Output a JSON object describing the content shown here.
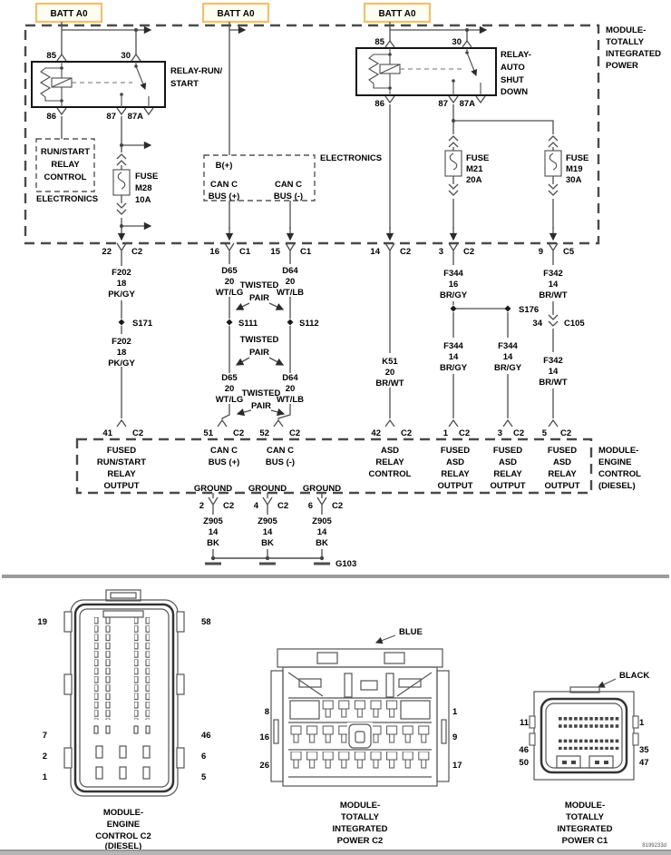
{
  "diagram_id": "8199233d",
  "batt_label": "BATT A0",
  "tipm_module": [
    "MODULE-",
    "TOTALLY",
    "INTEGRATED",
    "POWER"
  ],
  "ecm_module": [
    "MODULE-",
    "ENGINE",
    "CONTROL",
    "(DIESEL)"
  ],
  "relay_run_start": [
    "RELAY-RUN/",
    "START"
  ],
  "relay_asd": [
    "RELAY-",
    "AUTO",
    "SHUT",
    "DOWN"
  ],
  "relay_pins": {
    "p85": "85",
    "p30": "30",
    "p86": "86",
    "p87": "87",
    "p87a": "87A"
  },
  "run_start_control": [
    "RUN/START",
    "RELAY",
    "CONTROL"
  ],
  "electronics_caption": "ELECTRONICS",
  "b_plus": "B(+)",
  "can_c_plus": [
    "CAN C",
    "BUS (+)"
  ],
  "can_c_minus": [
    "CAN C",
    "BUS (-)"
  ],
  "fuse_m28": [
    "FUSE",
    "M28",
    "10A"
  ],
  "fuse_m21": [
    "FUSE",
    "M21",
    "20A"
  ],
  "fuse_m19": [
    "FUSE",
    "M19",
    "30A"
  ],
  "tipm_pins": [
    {
      "num": "22",
      "conn": "C2"
    },
    {
      "num": "16",
      "conn": "C1"
    },
    {
      "num": "15",
      "conn": "C1"
    },
    {
      "num": "14",
      "conn": "C2"
    },
    {
      "num": "3",
      "conn": "C2"
    },
    {
      "num": "9",
      "conn": "C5"
    }
  ],
  "wire_f202": [
    "F202",
    "18",
    "PK/GY"
  ],
  "wire_d65": [
    "D65",
    "20",
    "WT/LG"
  ],
  "wire_d64": [
    "D64",
    "20",
    "WT/LB"
  ],
  "wire_k51": [
    "K51",
    "20",
    "BR/WT"
  ],
  "wire_f344_16": [
    "F344",
    "16",
    "BR/GY"
  ],
  "wire_f344_14": [
    "F344",
    "14",
    "BR/GY"
  ],
  "wire_f342": [
    "F342",
    "14",
    "BR/WT"
  ],
  "wire_z905": [
    "Z905",
    "14",
    "BK"
  ],
  "twisted_pair": [
    "TWISTED",
    "PAIR"
  ],
  "splices": {
    "s171": "S171",
    "s111": "S111",
    "s112": "S112",
    "s176": "S176"
  },
  "inline_connector": {
    "num": "34",
    "name": "C105"
  },
  "ecm_pins": [
    {
      "num": "41",
      "conn": "C2"
    },
    {
      "num": "51",
      "conn": "C2"
    },
    {
      "num": "52",
      "conn": "C2"
    },
    {
      "num": "42",
      "conn": "C2"
    },
    {
      "num": "1",
      "conn": "C2"
    },
    {
      "num": "3",
      "conn": "C2"
    },
    {
      "num": "5",
      "conn": "C2"
    }
  ],
  "ecm_fn_run_start": [
    "FUSED",
    "RUN/START",
    "RELAY",
    "OUTPUT"
  ],
  "ecm_fn_asd_ctrl": [
    "ASD",
    "RELAY",
    "CONTROL"
  ],
  "ecm_fn_fused_asd": [
    "FUSED",
    "ASD",
    "RELAY",
    "OUTPUT"
  ],
  "ground_label": "GROUND",
  "ground_pins": [
    {
      "num": "2",
      "conn": "C2"
    },
    {
      "num": "4",
      "conn": "C2"
    },
    {
      "num": "6",
      "conn": "C2"
    }
  ],
  "ground_id": "G103",
  "conn_ecm_c2": {
    "caption": [
      "MODULE-",
      "ENGINE",
      "CONTROL C2",
      "(DIESEL)"
    ],
    "pins_left": [
      "19",
      "7",
      "2",
      "1"
    ],
    "pins_right": [
      "58",
      "46",
      "6",
      "5"
    ]
  },
  "conn_tipm_c2": {
    "color": "BLUE",
    "caption": [
      "MODULE-",
      "TOTALLY",
      "INTEGRATED",
      "POWER C2"
    ],
    "pins_left": [
      "8",
      "16",
      "26"
    ],
    "pins_right": [
      "1",
      "9",
      "17"
    ]
  },
  "conn_tipm_c1": {
    "color": "BLACK",
    "caption": [
      "MODULE-",
      "TOTALLY",
      "INTEGRATED",
      "POWER C1"
    ],
    "pins_left": [
      "11",
      "46",
      "50"
    ],
    "pins_right": [
      "1",
      "35",
      "47"
    ]
  }
}
